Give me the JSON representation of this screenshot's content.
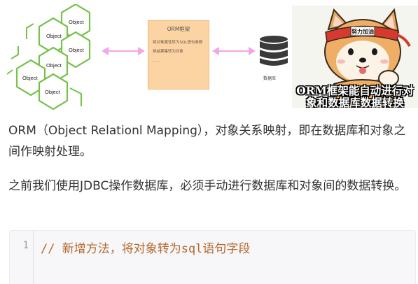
{
  "figure": {
    "hexagon_labels": [
      "Object",
      "Object",
      "Object",
      "Object",
      "Object",
      "Object"
    ],
    "orm_box": {
      "title": "ORM框架",
      "lines": [
        "将对象属性转为SQL语句参数",
        "将结果集转为对象",
        "……"
      ]
    },
    "database_label": "数据库",
    "meme": {
      "headband_text": "努力加油",
      "caption_lines": [
        "ORM框架能自动进行对",
        "象和数据库数据转换"
      ]
    },
    "colors": {
      "hex_stroke": "#77c24b",
      "arrow": "#f2a6e8",
      "orm_box": "#fcd3a2",
      "db": "#3a3a3a"
    }
  },
  "article": {
    "para1": "ORM（Object Relationl Mapping），对象关系映射，即在数据库和对象之间作映射处理。",
    "para2": "之前我们使用JDBC操作数据库，必须手动进行数据库和对象间的数据转换。"
  },
  "code": {
    "line_number": "1",
    "line_text": "// 新增方法，将对象转为sql语句字段"
  }
}
